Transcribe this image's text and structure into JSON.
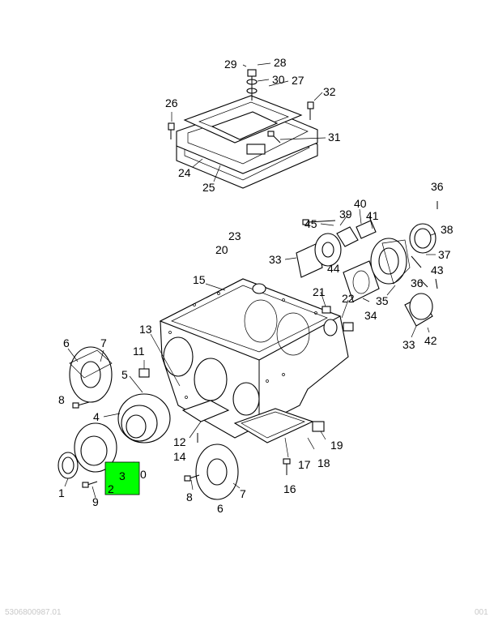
{
  "diagram": {
    "callouts": {
      "c1": "1",
      "c2": "2",
      "c3": "3",
      "c4": "4",
      "c5": "5",
      "c6a": "6",
      "c6b": "6",
      "c7a": "7",
      "c7b": "7",
      "c8a": "8",
      "c8b": "8",
      "c9": "9",
      "c10": "0",
      "c11": "11",
      "c12": "12",
      "c13": "13",
      "c14": "14",
      "c15": "15",
      "c16": "16",
      "c17": "17",
      "c18": "18",
      "c19": "19",
      "c20": "20",
      "c21": "21",
      "c22": "22",
      "c23": "23",
      "c24": "24",
      "c25": "25",
      "c26": "26",
      "c27": "27",
      "c28": "28",
      "c29": "29",
      "c30": "30",
      "c31": "31",
      "c32": "32",
      "c33a": "33",
      "c33b": "33",
      "c34": "34",
      "c35": "35",
      "c36a": "36",
      "c36b": "36",
      "c37": "37",
      "c38": "38",
      "c39": "39",
      "c40": "40",
      "c41": "41",
      "c42": "42",
      "c43": "43",
      "c44": "44",
      "c45": "45"
    },
    "highlight_color": "#00ff00",
    "footer": {
      "left": "5306800987.01",
      "right": "001"
    }
  }
}
